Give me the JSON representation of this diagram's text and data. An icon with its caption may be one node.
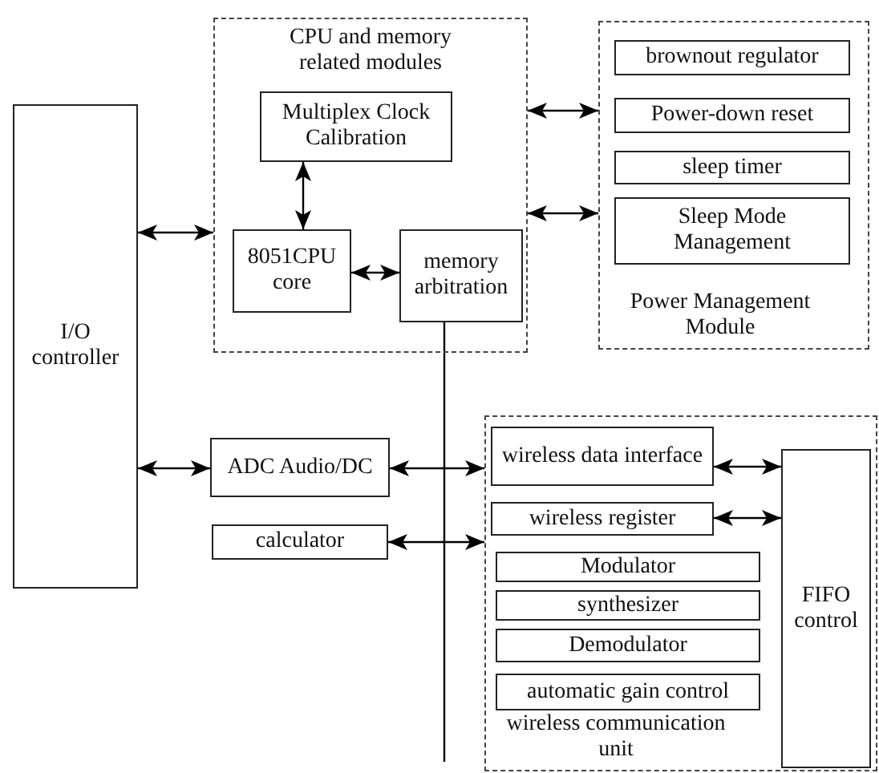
{
  "diagram": {
    "nodes": [
      {
        "text": [
          "I/O controller"
        ]
      },
      {
        "text": [
          "CPU and memory related modules"
        ]
      },
      {
        "text": [
          "Multiplex Clock Calibration"
        ],
        "in": 1
      },
      {
        "text": [
          "8051CPU core"
        ],
        "in": 1
      },
      {
        "text": [
          "memory arbitration"
        ],
        "in": 1
      },
      {
        "text": [
          "Power Management Module"
        ]
      },
      {
        "text": [
          "brownout regulator"
        ],
        "in": 5
      },
      {
        "text": [
          "Power-down reset"
        ],
        "in": 5
      },
      {
        "text": [
          "sleep timer"
        ],
        "in": 5
      },
      {
        "text": [
          "Sleep Mode Management"
        ],
        "in": 5
      },
      {
        "text": [
          "ADC Audio/DC"
        ]
      },
      {
        "text": [
          "calculator"
        ]
      },
      {
        "text": [
          "wireless communication unit"
        ]
      },
      {
        "text": [
          "wireless data interface"
        ],
        "in": 12
      },
      {
        "text": [
          "wireless register"
        ],
        "in": 12
      },
      {
        "text": [
          "Modulator"
        ],
        "in": 12
      },
      {
        "text": [
          "synthesizer"
        ],
        "in": 12
      },
      {
        "text": [
          "Demodulator"
        ],
        "in": 12
      },
      {
        "text": [
          "automatic gain control"
        ],
        "in": 12
      },
      {
        "text": [
          "FIFO control"
        ],
        "in": 12
      }
    ],
    "edges": [
      {
        "from": 0,
        "to": 1,
        "arrow": "both"
      },
      {
        "from": 1,
        "to": 5,
        "arrow": "both"
      },
      {
        "from": 1,
        "to": 5,
        "arrow": "both"
      },
      {
        "from": 2,
        "to": 3,
        "arrow": "both"
      },
      {
        "from": 3,
        "to": 4,
        "arrow": "both"
      },
      {
        "from": 0,
        "to": 10,
        "arrow": "both"
      },
      {
        "from": 10,
        "to": 12,
        "arrow": "both"
      },
      {
        "from": 11,
        "to": 12,
        "arrow": "both"
      },
      {
        "from": 13,
        "to": 19,
        "arrow": "both"
      },
      {
        "from": 14,
        "to": 19,
        "arrow": "both"
      },
      {
        "from": 4,
        "to": null,
        "arrow": "none"
      }
    ]
  }
}
